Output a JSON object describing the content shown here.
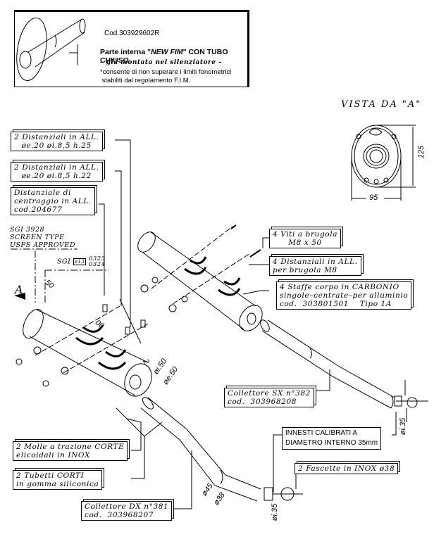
{
  "info_box": {
    "code": "Cod.303929602R",
    "title_prefix": "Parte interna \"",
    "title_emph": "NEW FIM",
    "title_suffix": "\" CON TUBO CHIUSO",
    "subtitle": "– già montata nel silenziatore –",
    "note_line1": "*consente di non superare i limiti  fonometrici",
    "note_line2": " stabiliti dal regolamento F.I.M."
  },
  "view_a": {
    "title": "VISTA DA \"A\"",
    "height_dim": "125",
    "width_dim": "95"
  },
  "callouts": {
    "spacer_h25": {
      "line1": "2 Distanziali in ALL.",
      "line2": "øe.20 øi.8,5 h.25"
    },
    "spacer_h22": {
      "line1": "2 Distanziali in ALL.",
      "line2": "øe.20 øi.8,5 h.22"
    },
    "centering_spacer": {
      "line1": "Distanziale di",
      "line2": "centraggio in ALL.",
      "line3": "cod.204677"
    },
    "screws": {
      "line1": "4 Viti a brugola",
      "line2": "M8 x 50"
    },
    "spacers_m8": {
      "line1": "4 Distanziali in ALL.",
      "line2": "per brugola M8"
    },
    "carbon_brackets": {
      "line1": "4 Staffe corpo in CARBONIO",
      "line2": "singole–centrate–per alluminio",
      "line3": "cod.  303801501    Tipo 1A"
    },
    "collector_sx": {
      "line1": "Collettore SX n°382",
      "line2": "cod.  303968208"
    },
    "springs": {
      "line1": "2 Molle a trazione CORTE",
      "line2": "elicoidali in INOX"
    },
    "tubes": {
      "line1": "2 Tubetti CORTI",
      "line2": "in gomma siliconica"
    },
    "collector_dx": {
      "line1": "Collettore DX n°381",
      "line2": "cod.  303968207"
    },
    "clamps": {
      "line1": "2 Fascette in INOX ø38"
    },
    "innesti": {
      "line1": "INNESTI CALIBRATI A",
      "line2": "DIAMETRO INTERNO 35mm"
    }
  },
  "standards": {
    "line1": "SGI 3928",
    "line2": "SCREEN TYPE",
    "line3": "USFS APPROVED",
    "sgi_label": "SGI",
    "sgi_badge": "e13",
    "sgi_code1": "0323",
    "sgi_code2": "0324"
  },
  "dimensions": {
    "view_marker": "A",
    "len_50": "50",
    "gap_00": "00",
    "thk_2": "2",
    "inner_50": "øi.50",
    "outer_50": "øe.50",
    "d45": "ø45",
    "d38": "ø38",
    "inner_35_sx": "øi.35",
    "inner_35_dx": "øi.35"
  }
}
